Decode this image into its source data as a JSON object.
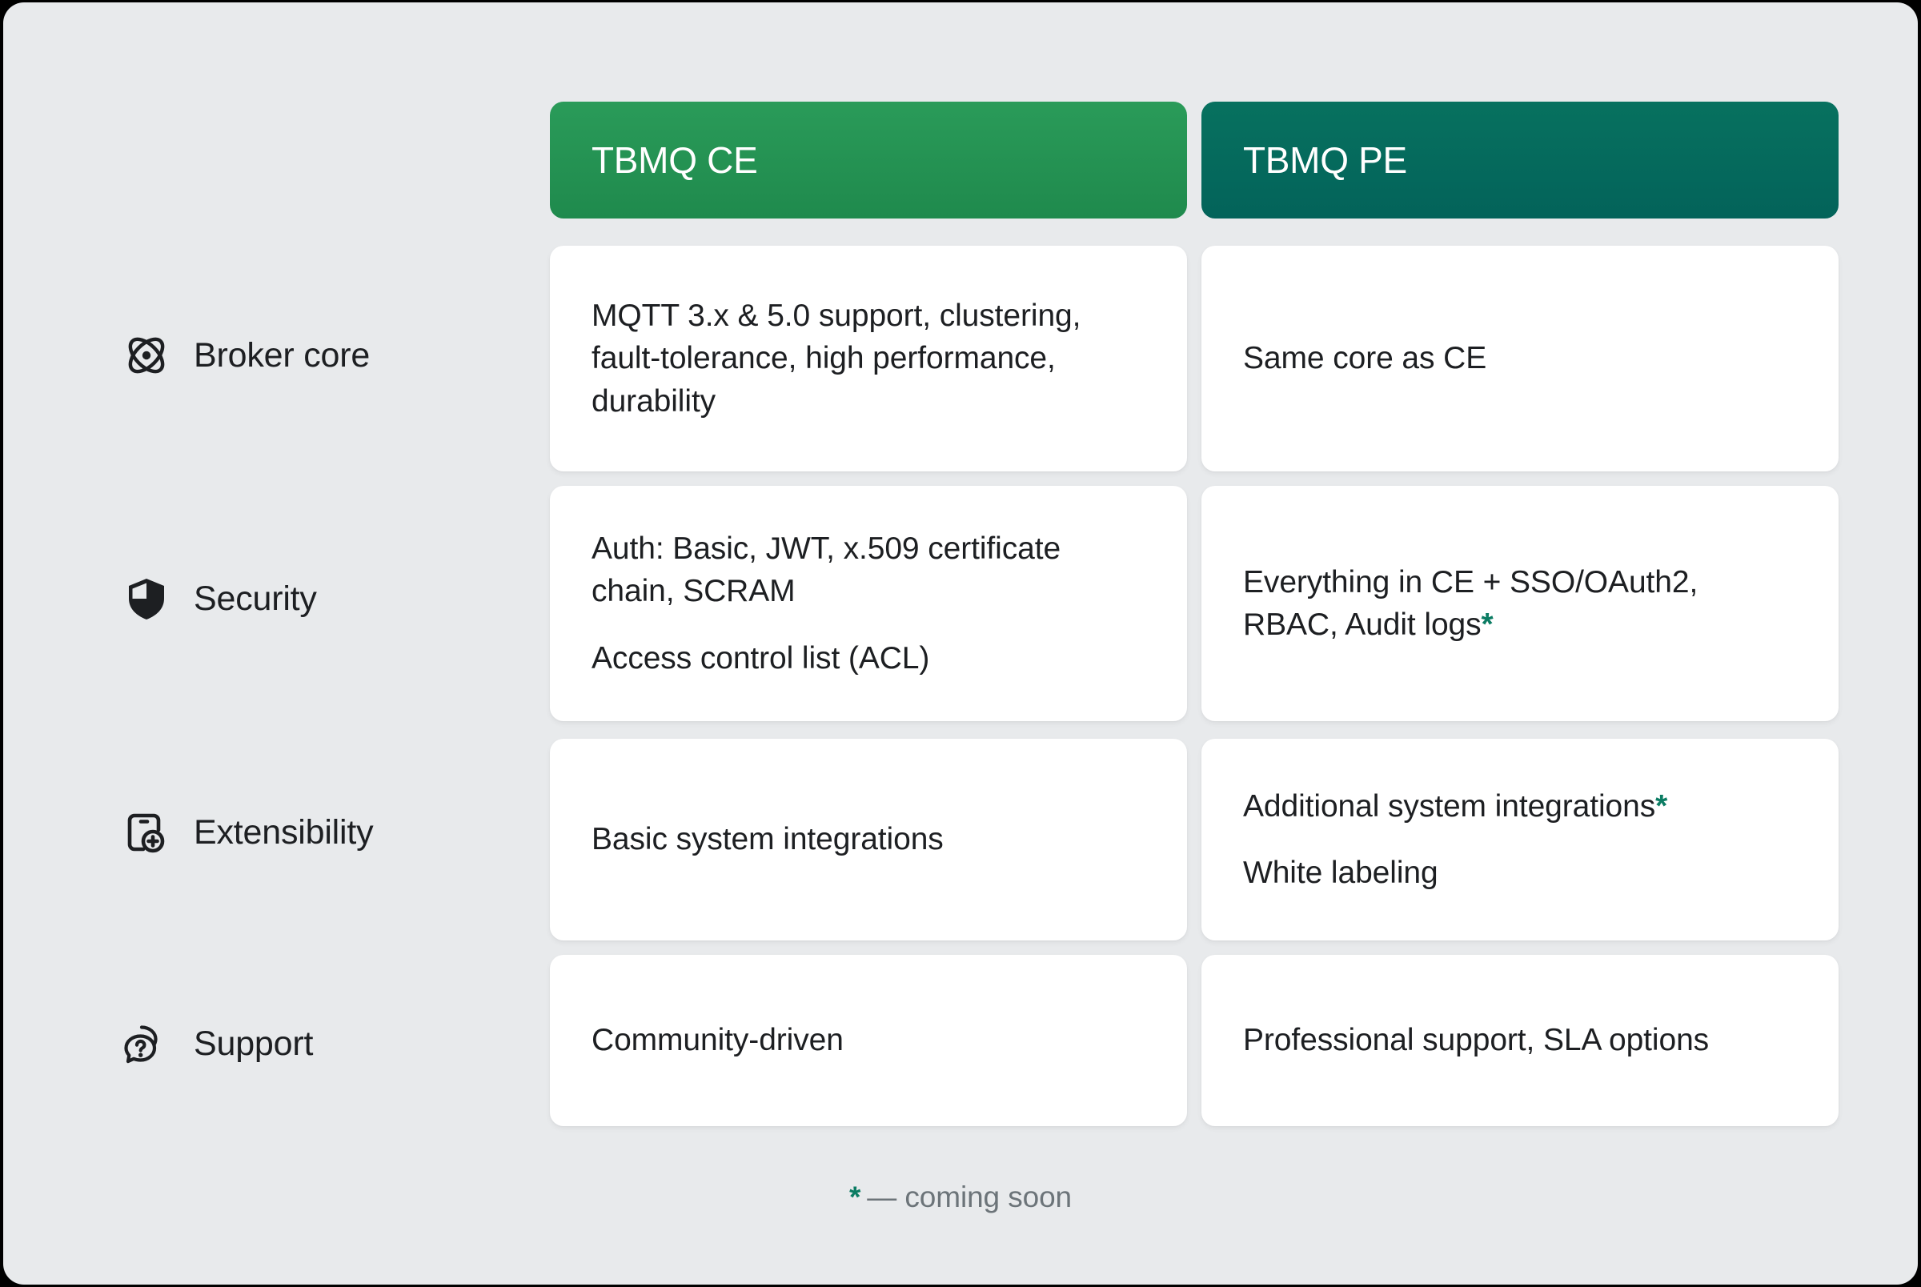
{
  "colors": {
    "page_background": "#e8eaec",
    "ce_header": "#229153",
    "pe_header": "#056a5e",
    "card": "#ffffff",
    "text": "#1d1f22",
    "accent_star": "#0b7c63",
    "footnote_text": "#6c7479"
  },
  "columns": [
    {
      "key": "ce",
      "title": "TBMQ CE"
    },
    {
      "key": "pe",
      "title": "TBMQ PE"
    }
  ],
  "rows": [
    {
      "label": "Broker core",
      "icon": "atom-icon",
      "ce": [
        {
          "text": "MQTT 3.x & 5.0 support, clustering, fault-tolerance, high performance, durability",
          "star": false
        }
      ],
      "pe": [
        {
          "text": "Same core as CE",
          "star": false
        }
      ]
    },
    {
      "label": "Security",
      "icon": "shield-icon",
      "ce": [
        {
          "text": "Auth: Basic, JWT, x.509 certificate chain, SCRAM",
          "star": false
        },
        {
          "text": "Access control list (ACL)",
          "star": false
        }
      ],
      "pe": [
        {
          "text": "Everything in CE + SSO/OAuth2, RBAC, Audit logs",
          "star": true
        }
      ]
    },
    {
      "label": "Extensibility",
      "icon": "device-plus-icon",
      "ce": [
        {
          "text": "Basic system integrations",
          "star": false
        }
      ],
      "pe": [
        {
          "text": "Additional system integrations",
          "star": true
        },
        {
          "text": "White labeling",
          "star": false
        }
      ]
    },
    {
      "label": "Support",
      "icon": "chat-question-icon",
      "ce": [
        {
          "text": "Community-driven",
          "star": false
        }
      ],
      "pe": [
        {
          "text": "Professional support, SLA options",
          "star": false
        }
      ]
    }
  ],
  "footnote": {
    "star": "*",
    "text": "— coming soon"
  }
}
